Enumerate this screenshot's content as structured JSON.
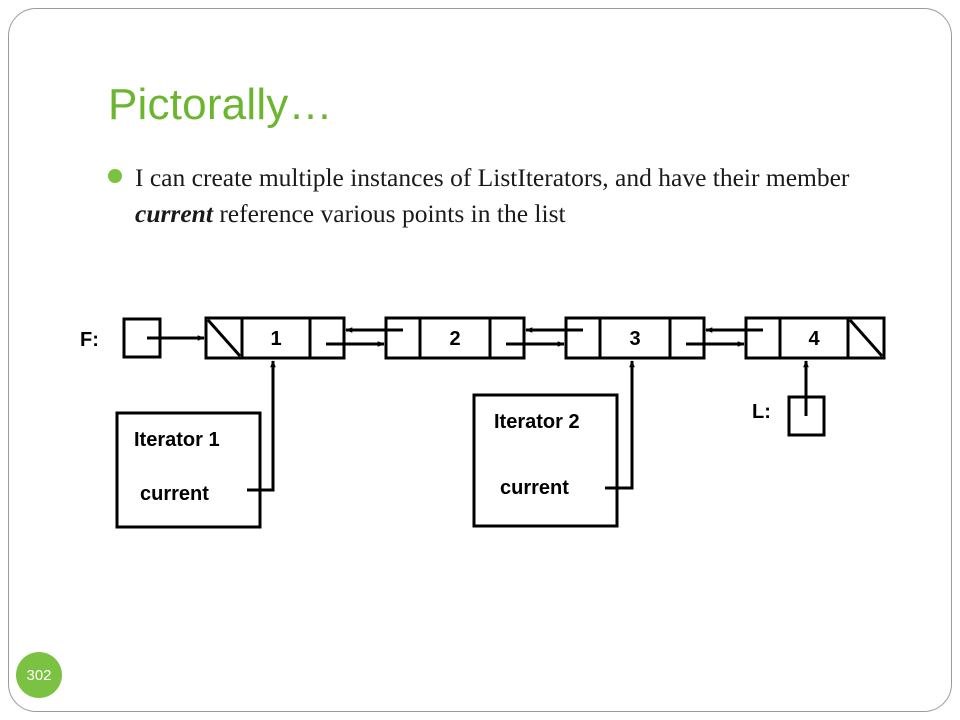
{
  "slide": {
    "title": "Pictorally…",
    "bullet": {
      "before": "I can create multiple instances of ListIterators, and have their member ",
      "emphasis": "current",
      "after": " reference various points in the list"
    },
    "page_number": "302",
    "accent_color": "#7cc242",
    "title_color": "#6bb52f"
  },
  "diagram": {
    "first_label": "F:",
    "last_label": "L:",
    "nodes": [
      "1",
      "2",
      "3",
      "4"
    ],
    "iterators": [
      {
        "name": "Iterator 1",
        "member": "current",
        "points_to_node": "1"
      },
      {
        "name": "Iterator 2",
        "member": "current",
        "points_to_node": "3"
      }
    ]
  }
}
